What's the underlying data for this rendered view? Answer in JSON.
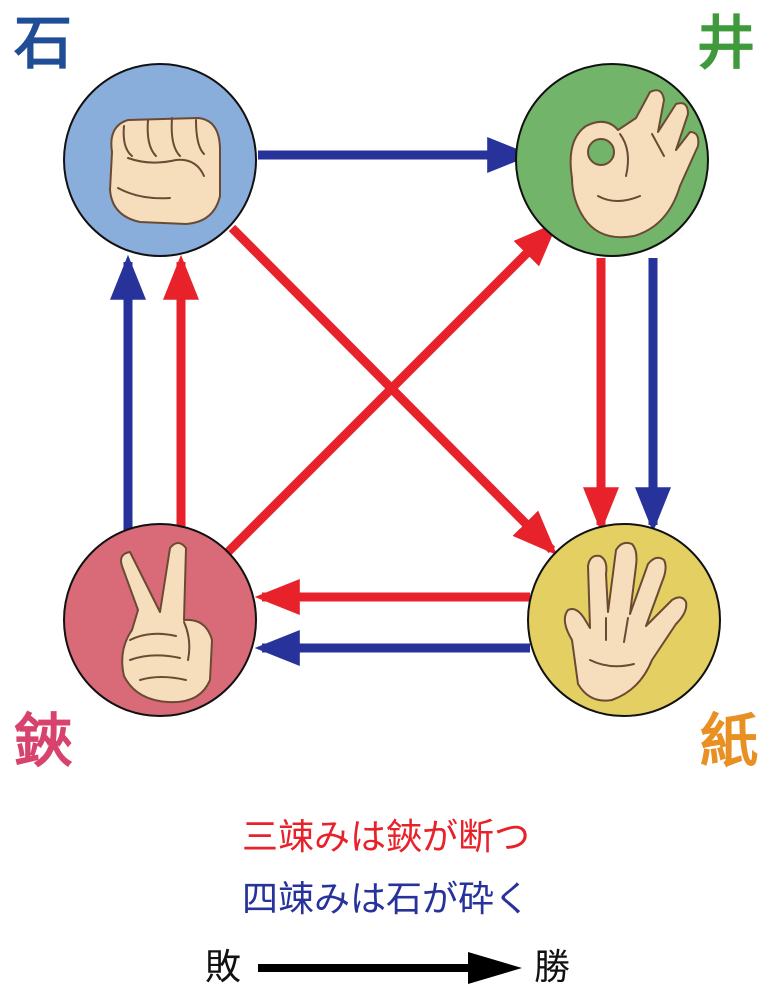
{
  "nodes": {
    "stone": {
      "label": "石",
      "label_color": "#1f4e96",
      "fill": "#8aaedc"
    },
    "well": {
      "label": "井",
      "label_color": "#3e9a3a",
      "fill": "#72b469"
    },
    "scissors": {
      "label": "鋏",
      "label_color": "#d8436e",
      "fill": "#d96b78"
    },
    "paper": {
      "label": "紙",
      "label_color": "#e89022",
      "fill": "#e4cf63"
    }
  },
  "colors": {
    "red_arrow": "#e8222a",
    "blue_arrow": "#27339b",
    "black_arrow": "#000000"
  },
  "legend": {
    "line1": "三竦みは鋏が断つ",
    "line2": "四竦みは石が砕く",
    "lose": "敗",
    "win": "勝"
  }
}
